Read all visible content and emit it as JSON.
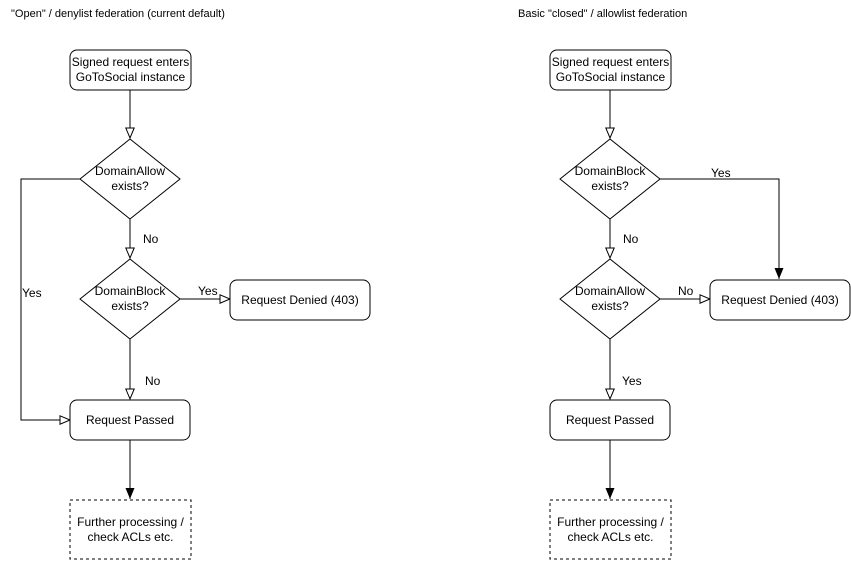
{
  "diagram": {
    "colors": {
      "background": "#ffffff",
      "stroke": "#000000",
      "text": "#000000"
    },
    "left": {
      "title": "\"Open\" / denylist federation (current default)",
      "nodes": {
        "start": "Signed request enters\nGoToSocial instance",
        "decision1": "DomainAllow\nexists?",
        "decision2": "DomainBlock\nexists?",
        "denied": "Request Denied (403)",
        "passed": "Request Passed",
        "further": "Further processing /\ncheck ACLs etc."
      },
      "labels": {
        "d1_no": "No",
        "d1_yes": "Yes",
        "d2_yes": "Yes",
        "d2_no": "No"
      }
    },
    "right": {
      "title": "Basic \"closed\" / allowlist federation",
      "nodes": {
        "start": "Signed request enters\nGoToSocial instance",
        "decision1": "DomainBlock\nexists?",
        "decision2": "DomainAllow\nexists?",
        "denied": "Request Denied (403)",
        "passed": "Request Passed",
        "further": "Further processing /\ncheck ACLs etc."
      },
      "labels": {
        "d1_yes": "Yes",
        "d1_no": "No",
        "d2_no": "No",
        "d2_yes": "Yes"
      }
    }
  }
}
